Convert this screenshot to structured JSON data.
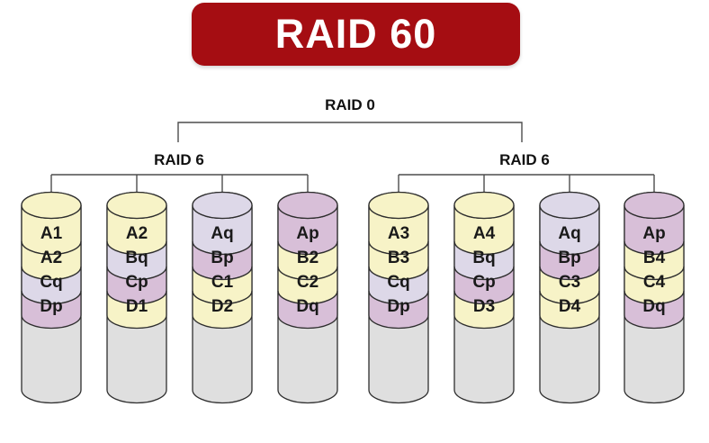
{
  "title": "RAID 60",
  "raid0": {
    "label": "RAID 0"
  },
  "colors": {
    "banner_red": "#A50D12",
    "stripe_yellow": "#F7F3C7",
    "parity_q_lavender": "#DDD8E8",
    "parity_p_pink": "#D8BFD8",
    "disk_body_gray": "#DFDFDF"
  },
  "groups": [
    {
      "label": "RAID 6",
      "disks": [
        {
          "top_color": "#F7F3C7",
          "bands": [
            {
              "label": "A1",
              "color": "#F7F3C7"
            },
            {
              "label": "A2",
              "color": "#F7F3C7"
            },
            {
              "label": "Cq",
              "color": "#DDD8E8"
            },
            {
              "label": "Dp",
              "color": "#D8BFD8"
            }
          ]
        },
        {
          "top_color": "#F7F3C7",
          "bands": [
            {
              "label": "A2",
              "color": "#F7F3C7"
            },
            {
              "label": "Bq",
              "color": "#DDD8E8"
            },
            {
              "label": "Cp",
              "color": "#D8BFD8"
            },
            {
              "label": "D1",
              "color": "#F7F3C7"
            }
          ]
        },
        {
          "top_color": "#DDD8E8",
          "bands": [
            {
              "label": "Aq",
              "color": "#DDD8E8"
            },
            {
              "label": "Bp",
              "color": "#D8BFD8"
            },
            {
              "label": "C1",
              "color": "#F7F3C7"
            },
            {
              "label": "D2",
              "color": "#F7F3C7"
            }
          ]
        },
        {
          "top_color": "#D8BFD8",
          "bands": [
            {
              "label": "Ap",
              "color": "#D8BFD8"
            },
            {
              "label": "B2",
              "color": "#F7F3C7"
            },
            {
              "label": "C2",
              "color": "#F7F3C7"
            },
            {
              "label": "Dq",
              "color": "#D8BFD8"
            }
          ]
        }
      ]
    },
    {
      "label": "RAID 6",
      "disks": [
        {
          "top_color": "#F7F3C7",
          "bands": [
            {
              "label": "A3",
              "color": "#F7F3C7"
            },
            {
              "label": "B3",
              "color": "#F7F3C7"
            },
            {
              "label": "Cq",
              "color": "#DDD8E8"
            },
            {
              "label": "Dp",
              "color": "#D8BFD8"
            }
          ]
        },
        {
          "top_color": "#F7F3C7",
          "bands": [
            {
              "label": "A4",
              "color": "#F7F3C7"
            },
            {
              "label": "Bq",
              "color": "#DDD8E8"
            },
            {
              "label": "Cp",
              "color": "#D8BFD8"
            },
            {
              "label": "D3",
              "color": "#F7F3C7"
            }
          ]
        },
        {
          "top_color": "#DDD8E8",
          "bands": [
            {
              "label": "Aq",
              "color": "#DDD8E8"
            },
            {
              "label": "Bp",
              "color": "#D8BFD8"
            },
            {
              "label": "C3",
              "color": "#F7F3C7"
            },
            {
              "label": "D4",
              "color": "#F7F3C7"
            }
          ]
        },
        {
          "top_color": "#D8BFD8",
          "bands": [
            {
              "label": "Ap",
              "color": "#D8BFD8"
            },
            {
              "label": "B4",
              "color": "#F7F3C7"
            },
            {
              "label": "C4",
              "color": "#F7F3C7"
            },
            {
              "label": "Dq",
              "color": "#D8BFD8"
            }
          ]
        }
      ]
    }
  ]
}
